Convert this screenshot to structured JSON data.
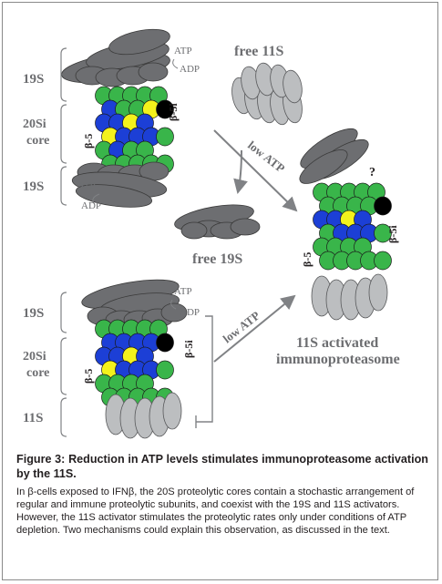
{
  "figure": {
    "labels": {
      "top_19s": "19S",
      "top_core_a": "20Si",
      "top_core_b": "core",
      "mid_19s": "19S",
      "bot_19s": "19S",
      "bot_core_a": "20Si",
      "bot_core_b": "core",
      "bot_11s": "11S",
      "free_11s": "free 11S",
      "free_19s": "free 19S",
      "low_atp_1": "low ATP",
      "low_atp_2": "low ATP",
      "result_a": "11S activated",
      "result_b": "immunoproteasome",
      "question": "?"
    },
    "atp": {
      "atp_top": "ATP",
      "adp_top": "ADP",
      "atp_mid": "ATP",
      "adp_mid": "ADP",
      "atp_bot": "ATP",
      "adp_bot": "ADP"
    },
    "subunits": {
      "beta5_a": "β-5",
      "beta5i_a": "β-5i",
      "beta5_b": "β-5",
      "beta5i_b": "β-5i",
      "beta5_c": "β-5",
      "beta5i_c": "β-5i"
    },
    "colors": {
      "regulator_gray": "#6d6e71",
      "activator_gray": "#bcbec0",
      "regular_green": "#39b54a",
      "immune_blue": "#1c3fd6",
      "beta5_yellow": "#f4f21c",
      "beta5i_black": "#000000",
      "text_gray": "#6d6e71"
    }
  },
  "caption": {
    "title": "Figure 3: Reduction in ATP levels stimulates immunoproteasome activation by the 11S.",
    "body": "In β-cells exposed to IFNβ, the 20S proteolytic cores contain a stochastic arrangement of regular and immune proteolytic subunits, and coexist with the 19S and 11S activators. However, the 11S activator stimulates the proteolytic rates only under conditions of ATP depletion. Two mechanisms could explain this observation, as discussed in the text."
  }
}
